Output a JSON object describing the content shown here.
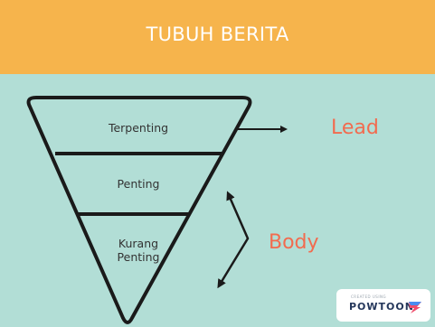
{
  "slide": {
    "title": "TUBUH BERITA",
    "pyramid": {
      "levels": [
        {
          "label": "Terpenting"
        },
        {
          "label": "Penting"
        },
        {
          "label": "Kurang\nPenting"
        }
      ]
    },
    "lead_label": "Lead",
    "body_label": "Body",
    "brand": {
      "small_text": "CREATED USING",
      "name": "POWTOON",
      "icon": "powtoon-logo-icon"
    },
    "colors": {
      "header": "#f6b44c",
      "background": "#b2ded6",
      "accent_text": "#f26b4f",
      "outline": "#1a1a1a"
    }
  }
}
